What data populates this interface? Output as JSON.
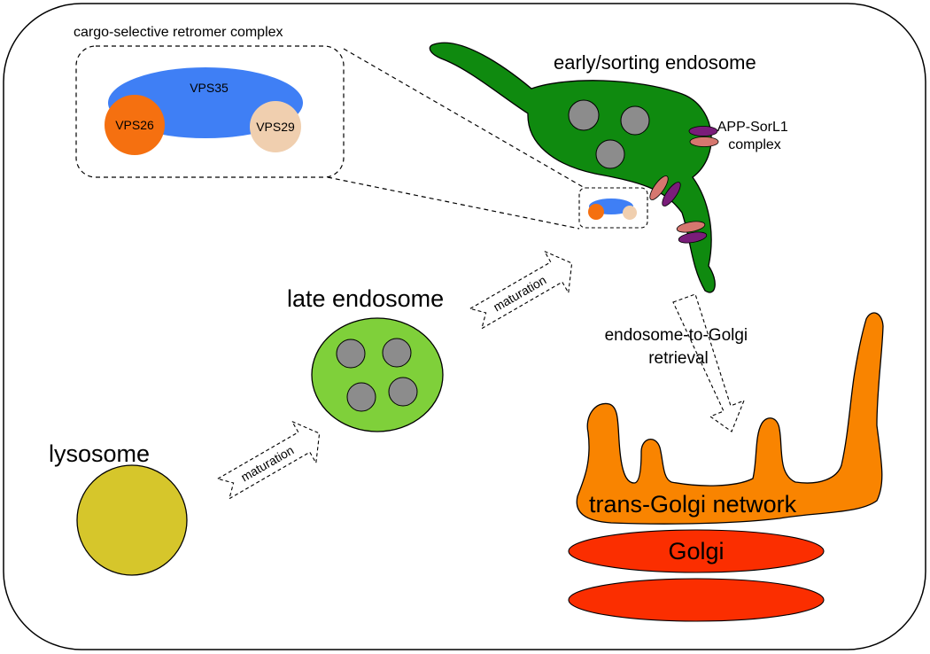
{
  "labels": {
    "cargo_complex_title": "cargo-selective retromer complex",
    "vps35": "VPS35",
    "vps26": "VPS26",
    "vps29": "VPS29",
    "early_endosome": "early/sorting endosome",
    "app_sorl1_line1": "APP-SorL1",
    "app_sorl1_line2": "complex",
    "late_endosome": "late endosome",
    "lysosome": "lysosome",
    "maturation_upper": "maturation",
    "maturation_lower": "maturation",
    "retrieval_line1": "endosome-to-Golgi",
    "retrieval_line2": "retrieval",
    "tgn": "trans-Golgi network",
    "golgi": "Golgi"
  },
  "colors": {
    "early_endosome": "#0f8a0f",
    "late_endosome": "#7fd03a",
    "lysosome": "#d6c62b",
    "cargo_vesicle": "#8c8c8c",
    "vps35": "#3f7ff5",
    "vps26": "#f57010",
    "vps29": "#f0cfaf",
    "tgn": "#f98400",
    "golgi": "#fb2e00",
    "app": "#7a1d7a",
    "sorl1": "#d6776f"
  }
}
